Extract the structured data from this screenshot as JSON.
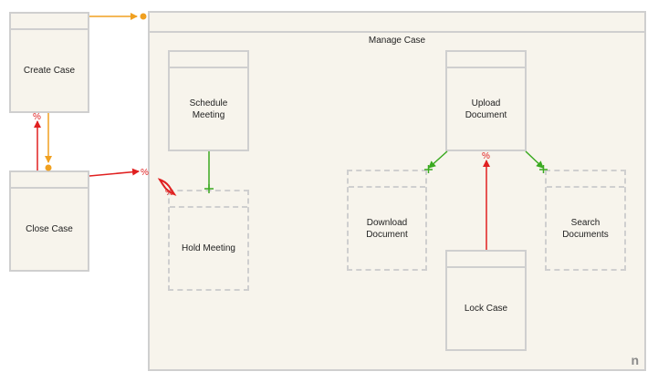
{
  "container": {
    "title": "Manage Case",
    "corner_mark": "n"
  },
  "nodes": {
    "create_case": "Create Case",
    "close_case": "Close Case",
    "schedule_meeting": "Schedule Meeting",
    "hold_meeting": "Hold Meeting",
    "upload_document": "Upload Document",
    "download_document": "Download Document",
    "search_documents": "Search Documents",
    "lock_case": "Lock Case"
  },
  "markers": {
    "percent": "%"
  },
  "colors": {
    "orange": "#f0a020",
    "red": "#e02020",
    "green": "#3aaa20",
    "border": "#cfcfcf",
    "fill": "#f7f4ec"
  }
}
